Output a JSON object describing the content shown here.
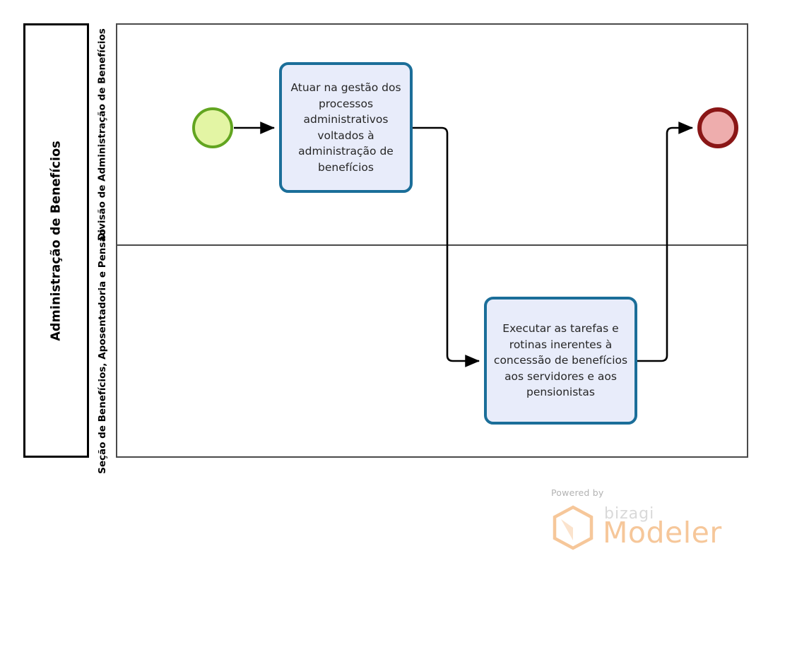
{
  "diagram": {
    "type": "bpmn-process",
    "pool": {
      "title": "Administração de Benefícios"
    },
    "lanes": [
      {
        "id": "lane-1",
        "title": "Divisão de Administração de Benefícios"
      },
      {
        "id": "lane-2",
        "title": "Seção de Benefícios, Aposentadoria e Pensão"
      }
    ],
    "events": [
      {
        "id": "start-event",
        "kind": "start",
        "lane": "lane-1",
        "label": "",
        "fill": "#e3f5a4",
        "stroke": "#62a520"
      },
      {
        "id": "end-event",
        "kind": "end",
        "lane": "lane-1",
        "label": "",
        "fill": "#eeadad",
        "stroke": "#8a1616"
      }
    ],
    "tasks": [
      {
        "id": "task-1",
        "lane": "lane-1",
        "label": "Atuar na gestão dos processos administrativos voltados à administração de benefícios"
      },
      {
        "id": "task-2",
        "lane": "lane-2",
        "label": "Executar as tarefas e rotinas inerentes à concessão de benefícios aos servidores e aos pensionistas"
      }
    ],
    "flows": [
      {
        "id": "flow-1",
        "from": "start-event",
        "to": "task-1"
      },
      {
        "id": "flow-2",
        "from": "task-1",
        "to": "task-2"
      },
      {
        "id": "flow-3",
        "from": "task-2",
        "to": "end-event"
      }
    ],
    "colors": {
      "task_fill": "#e8ecfa",
      "task_stroke": "#1b6e99",
      "pool_border": "#4a4a4a",
      "pool_header_border": "#000000",
      "flow_stroke": "#000000"
    }
  },
  "credit": {
    "powered_by": "Powered by",
    "brand": "bizagi",
    "product": "Modeler",
    "brand_color": "#f6c79a"
  }
}
